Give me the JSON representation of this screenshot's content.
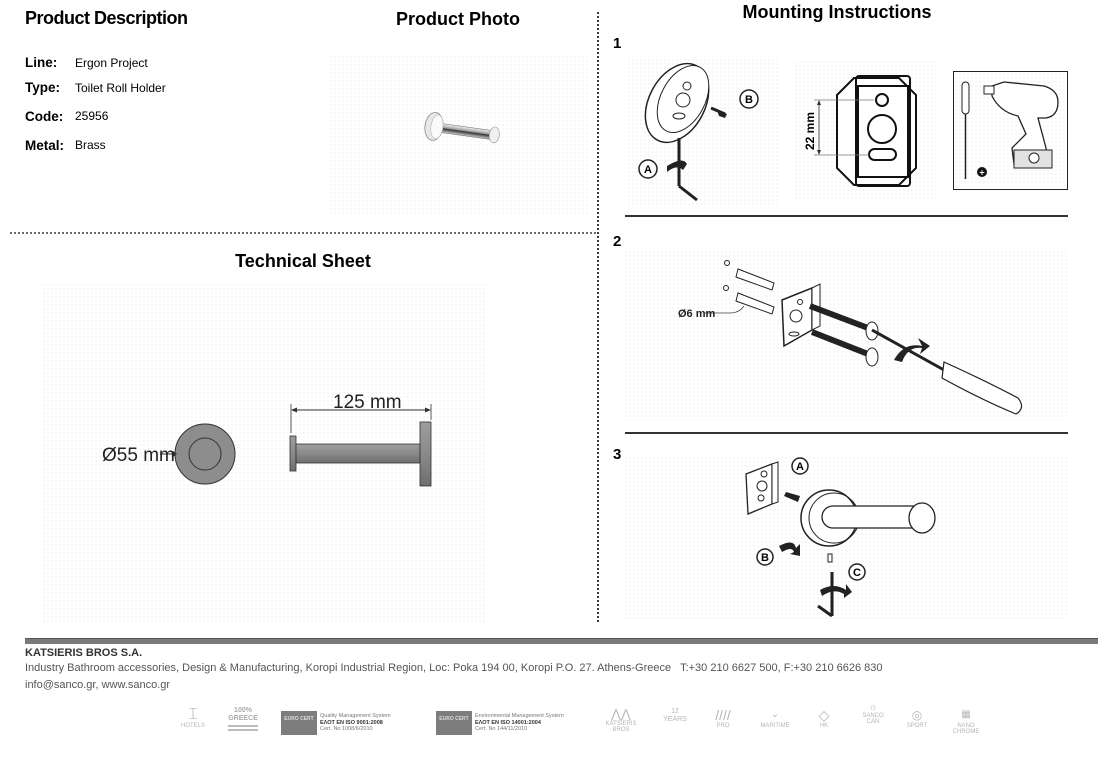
{
  "product_description": {
    "title": "Product Description",
    "specs": [
      {
        "label": "Line:",
        "value": "Ergon Project"
      },
      {
        "label": "Type:",
        "value": "Toilet Roll Holder"
      },
      {
        "label": "Code:",
        "value": "25956"
      },
      {
        "label": "Metal:",
        "value": "Brass"
      }
    ]
  },
  "product_photo": {
    "title": "Product Photo"
  },
  "technical_sheet": {
    "title": "Technical Sheet",
    "diameter_label": "Ø55 mm",
    "length_label": "125 mm"
  },
  "mounting": {
    "title": "Mounting Instructions",
    "steps": [
      {
        "number": "1",
        "callouts": [
          "A",
          "B"
        ],
        "dimension_label": "22 mm",
        "tool_callout": "+"
      },
      {
        "number": "2",
        "dimension_label": "Ø6 mm"
      },
      {
        "number": "3",
        "callouts": [
          "A",
          "B",
          "C"
        ]
      }
    ]
  },
  "footer": {
    "company": "KATSIERIS BROS S.A.",
    "address": "Industry Bathroom accessories, Design & Manufacturing, Koropi Industrial Region, Loc: Poka 194 00, Koropi P.O. 27. Athens-Greece   T:+30 210 6627 500, F:+30 210 6626 830",
    "contact": "info@sanco.gr, www.sanco.gr",
    "certifications": [
      {
        "badge": "EURO CERT",
        "title": "Quality Management System",
        "standard": "ΕΛΟΤ EN ISO 9001:2008",
        "cert": "Cert. No 1008/6/2010"
      },
      {
        "badge": "EURO CERT",
        "title": "Environmental Management System",
        "standard": "ΕΛΟΤ EN ISO 14001:2004",
        "cert": "Cert. No 144/11/2010"
      }
    ],
    "logos": [
      "HOTELS",
      "100% GREECE",
      "KATSIERIS BROS",
      "12 YEARS",
      "PRO",
      "MARITIME",
      "HK",
      "SANCO CAN",
      "SPORT",
      "NANO CHROME"
    ]
  },
  "colors": {
    "text": "#000000",
    "footer_text": "#555555",
    "footer_bar": "#7a7a7a",
    "metal_gray": "#8a8a8a"
  }
}
